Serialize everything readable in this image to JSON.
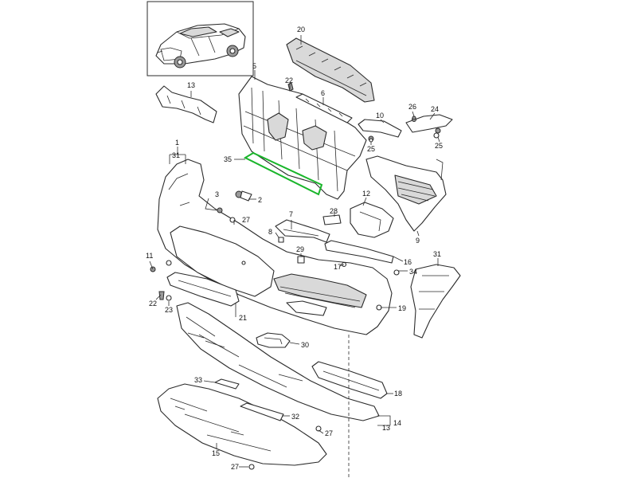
{
  "colors": {
    "ink": "#2b2b2b",
    "highlight": "#19b52a",
    "shade": "#d9d9d9"
  },
  "callouts": [
    {
      "id": "c1",
      "label": "1"
    },
    {
      "id": "c31a",
      "label": "31"
    },
    {
      "id": "c2",
      "label": "2"
    },
    {
      "id": "c3",
      "label": "3"
    },
    {
      "id": "c5",
      "label": "5"
    },
    {
      "id": "c6",
      "label": "6"
    },
    {
      "id": "c7",
      "label": "7"
    },
    {
      "id": "c8",
      "label": "8"
    },
    {
      "id": "c9",
      "label": "9"
    },
    {
      "id": "c10",
      "label": "10"
    },
    {
      "id": "c11",
      "label": "11"
    },
    {
      "id": "c12",
      "label": "12"
    },
    {
      "id": "c13a",
      "label": "13"
    },
    {
      "id": "c13b",
      "label": "13"
    },
    {
      "id": "c14",
      "label": "14"
    },
    {
      "id": "c15",
      "label": "15"
    },
    {
      "id": "c16",
      "label": "16"
    },
    {
      "id": "c17",
      "label": "17"
    },
    {
      "id": "c18",
      "label": "18"
    },
    {
      "id": "c19",
      "label": "19"
    },
    {
      "id": "c20",
      "label": "20"
    },
    {
      "id": "c21",
      "label": "21"
    },
    {
      "id": "c22a",
      "label": "22"
    },
    {
      "id": "c22b",
      "label": "22"
    },
    {
      "id": "c23",
      "label": "23"
    },
    {
      "id": "c24",
      "label": "24"
    },
    {
      "id": "c25a",
      "label": "25"
    },
    {
      "id": "c25b",
      "label": "25"
    },
    {
      "id": "c26",
      "label": "26"
    },
    {
      "id": "c27a",
      "label": "27"
    },
    {
      "id": "c27b",
      "label": "27"
    },
    {
      "id": "c27c",
      "label": "27"
    },
    {
      "id": "c28",
      "label": "28"
    },
    {
      "id": "c29",
      "label": "29"
    },
    {
      "id": "c30",
      "label": "30"
    },
    {
      "id": "c31b",
      "label": "31"
    },
    {
      "id": "c32",
      "label": "32"
    },
    {
      "id": "c33",
      "label": "33"
    },
    {
      "id": "c34",
      "label": "34"
    },
    {
      "id": "c35",
      "label": "35"
    }
  ]
}
